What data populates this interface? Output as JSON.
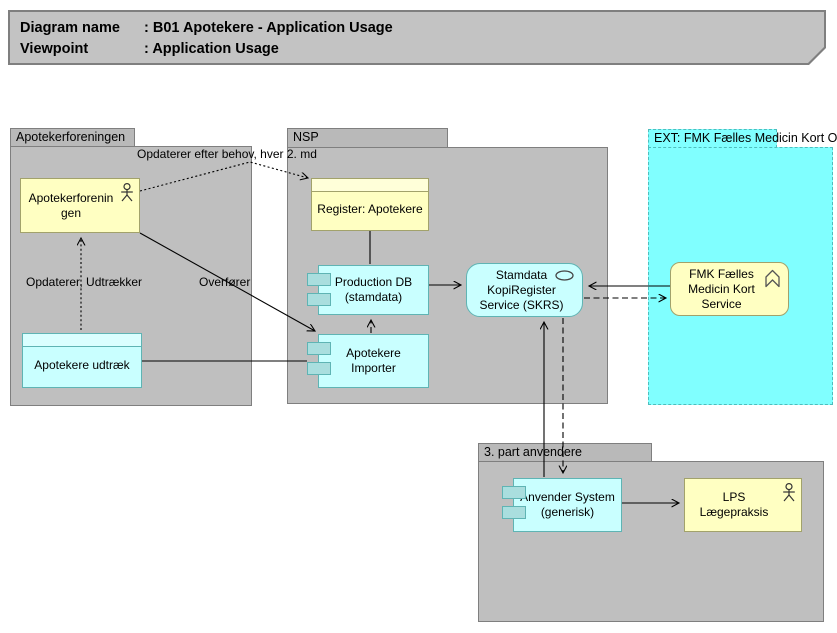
{
  "title": {
    "rows": [
      {
        "label": "Diagram name",
        "value": ": B01 Apotekere - Application Usage"
      },
      {
        "label": "Viewpoint",
        "value": ": Application Usage"
      }
    ]
  },
  "groups": {
    "apotekerforeningen": {
      "label": "Apotekerforeningen"
    },
    "nsp": {
      "label": "NSP"
    },
    "ext_fmk": {
      "label": "EXT: FMK Fælles Medicin Kort On"
    },
    "tredjepart": {
      "label": "3. part anvendere"
    }
  },
  "nodes": {
    "apotekerforeningen_actor": {
      "label": "Apotekerforenin\ngen"
    },
    "apotekere_udtraek": {
      "label": "Apotekere udtræk"
    },
    "register_apotekere": {
      "label": "Register: Apotekere"
    },
    "production_db": {
      "label": "Production DB\n(stamdata)"
    },
    "apotekere_importer": {
      "label": "Apotekere\nImporter"
    },
    "skrs": {
      "label": "Stamdata\nKopiRegister\nService (SKRS)"
    },
    "fmk_service": {
      "label": "FMK Fælles\nMedicin Kort\nService"
    },
    "anvender_system": {
      "label": "Anvender System\n(generisk)"
    },
    "lps": {
      "label": "LPS\nLægepraksis"
    }
  },
  "edges": [
    {
      "from": "apotekerforeningen_actor",
      "to": "register_apotekere",
      "style": "dotted",
      "arrow": "open",
      "label": "Opdaterer efter behov, hver 2. md"
    },
    {
      "from": "apotekere_udtraek",
      "to": "apotekerforeningen_actor",
      "style": "dotted",
      "arrow": "open",
      "label": "Opdaterer, Udtrækker"
    },
    {
      "from": "apotekerforeningen_actor",
      "to": "apotekere_importer",
      "style": "solid",
      "arrow": "open",
      "label": "Overfører"
    },
    {
      "from": "apotekere_udtraek",
      "to": "apotekere_importer",
      "style": "solid",
      "arrow": "none",
      "label": ""
    },
    {
      "from": "register_apotekere",
      "to": "production_db",
      "style": "solid",
      "arrow": "none",
      "label": ""
    },
    {
      "from": "apotekere_importer",
      "to": "production_db",
      "style": "dashed",
      "arrow": "open",
      "label": ""
    },
    {
      "from": "production_db",
      "to": "skrs",
      "style": "solid",
      "arrow": "open",
      "label": ""
    },
    {
      "from": "fmk_service",
      "to": "skrs",
      "style": "solid",
      "arrow": "open",
      "label": ""
    },
    {
      "from": "skrs",
      "to": "fmk_service",
      "style": "dashed",
      "arrow": "open",
      "label": ""
    },
    {
      "from": "anvender_system",
      "to": "skrs",
      "style": "solid",
      "arrow": "open",
      "label": ""
    },
    {
      "from": "skrs",
      "to": "anvender_system",
      "style": "dashed",
      "arrow": "open",
      "label": ""
    },
    {
      "from": "anvender_system",
      "to": "lps",
      "style": "solid",
      "arrow": "open",
      "label": ""
    }
  ],
  "colors": {
    "page_bg": "#ffffff",
    "title_fill": "#c3c3c3",
    "group_fill": "#bfbfbf",
    "ext_group_fill": "#80ffff",
    "yellow_fill": "#ffffc2",
    "cyan_fill": "#c9ffff",
    "yellow_border": "#a2a26b",
    "cyan_border": "#5fb4b4",
    "line_color": "#000000"
  }
}
